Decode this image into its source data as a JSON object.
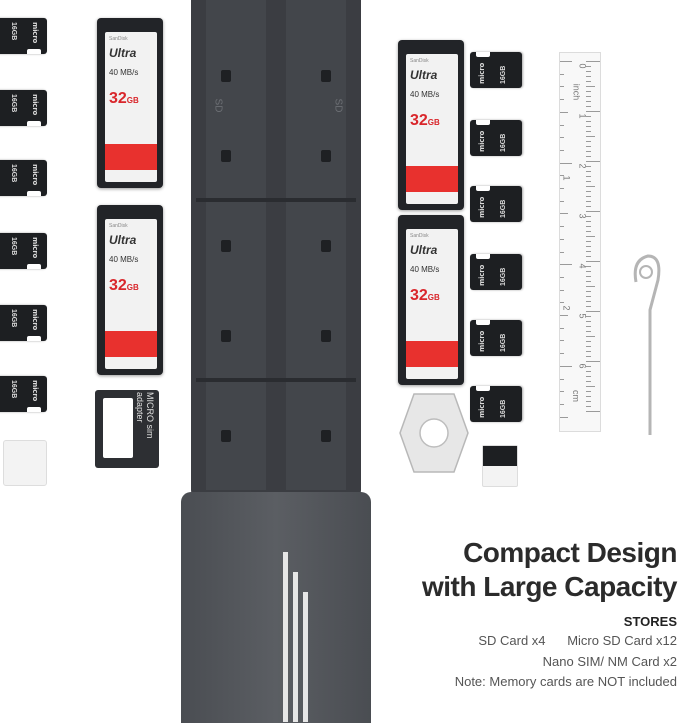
{
  "sd_card": {
    "brand": "SanDisk",
    "model": "Ultra",
    "speed": "40 MB/s",
    "capacity": "32",
    "unit": "GB"
  },
  "micro_card": {
    "label": "micro",
    "capacity": "16GB"
  },
  "sim_adapter": {
    "line1": "MICRO",
    "line2": "sim adapter"
  },
  "case_labels": {
    "left": "SD",
    "right": "SD"
  },
  "ruler": {
    "unit_top": "inch",
    "unit_bottom": "cm",
    "cm_marks": [
      "0",
      "1",
      "2",
      "3",
      "4",
      "5",
      "6"
    ],
    "inch_marks": [
      "1",
      "2"
    ]
  },
  "headline": {
    "line1": "Compact Design",
    "line2": "with Large Capacity"
  },
  "stores_label": "STORES",
  "specs": {
    "line1": "SD Card x4      Micro SD Card x12",
    "line2": "Nano SIM/ NM Card x2",
    "note": "Note: Memory cards are NOT included"
  }
}
